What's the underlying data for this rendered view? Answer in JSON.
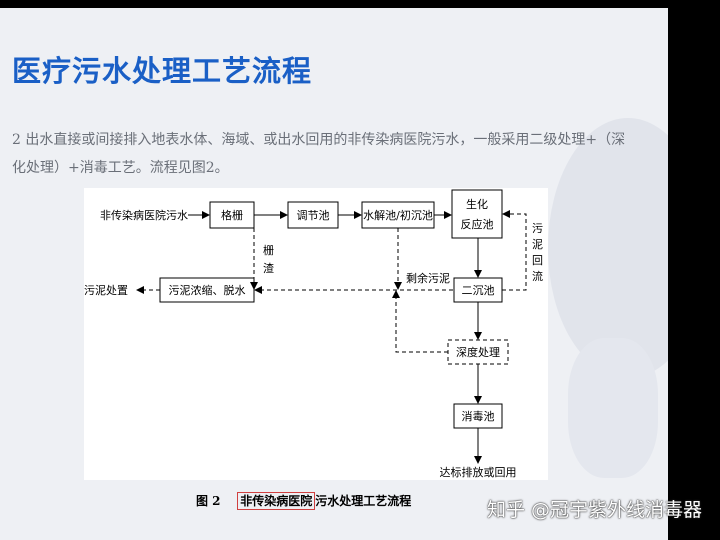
{
  "slide": {
    "title": "医疗污水处理工艺流程",
    "paragraph": "2 出水直接或间接排入地表水体、海域、或出水回用的非传染病医院污水，一般采用二级处理+（深化处理）+消毒工艺。流程见图2。"
  },
  "diagram": {
    "source": "非传染病医院污水",
    "grille": "格栅",
    "regulating_tank": "调节池",
    "hydrolysis_tank": "水解池/初沉池",
    "bio_reactor_1": "生化",
    "bio_reactor_2": "反应池",
    "secondary_clarifier": "二沉池",
    "advanced_treatment": "深度处理",
    "disinfection_tank": "消毒池",
    "discharge": "达标排放或回用",
    "sludge_thickening": "污泥浓缩、脱水",
    "sludge_disposal": "污泥处置",
    "grille_residue_1": "栅",
    "grille_residue_2": "渣",
    "excess_sludge": "剩余污泥",
    "return_sludge": [
      "污",
      "泥",
      "回",
      "流"
    ]
  },
  "caption": {
    "prefix": "图 2",
    "highlight": "非传染病医院",
    "suffix": "污水处理工艺流程"
  },
  "watermark": "知乎 @冠宇紫外线消毒器"
}
